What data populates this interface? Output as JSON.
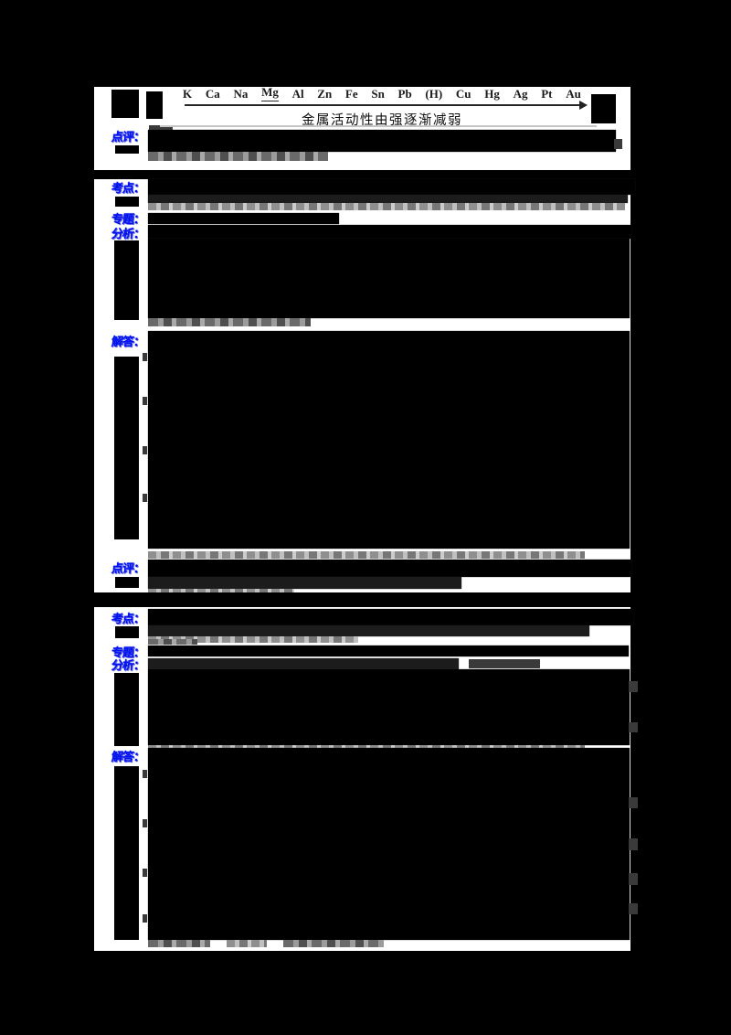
{
  "page": {
    "background": "#000000",
    "paper_color": "#ffffff",
    "label_blue": "#0013ee"
  },
  "figure": {
    "activity_series": [
      "K",
      "Ca",
      "Na",
      "Mg",
      "Al",
      "Zn",
      "Fe",
      "Sn",
      "Pb",
      "(H)",
      "Cu",
      "Hg",
      "Ag",
      "Pt",
      "Au"
    ],
    "caption": "金属活动性由强逐渐减弱"
  },
  "sections": [
    {
      "labels": {
        "comment": "点评："
      }
    },
    {
      "labels": {
        "exam_point": "考点：",
        "topic": "专题：",
        "analysis": "分析：",
        "answer": "解答：",
        "comment": "点评："
      }
    },
    {
      "labels": {
        "exam_point": "考点：",
        "topic": "专题：",
        "analysis": "分析：",
        "answer": "解答："
      }
    }
  ]
}
